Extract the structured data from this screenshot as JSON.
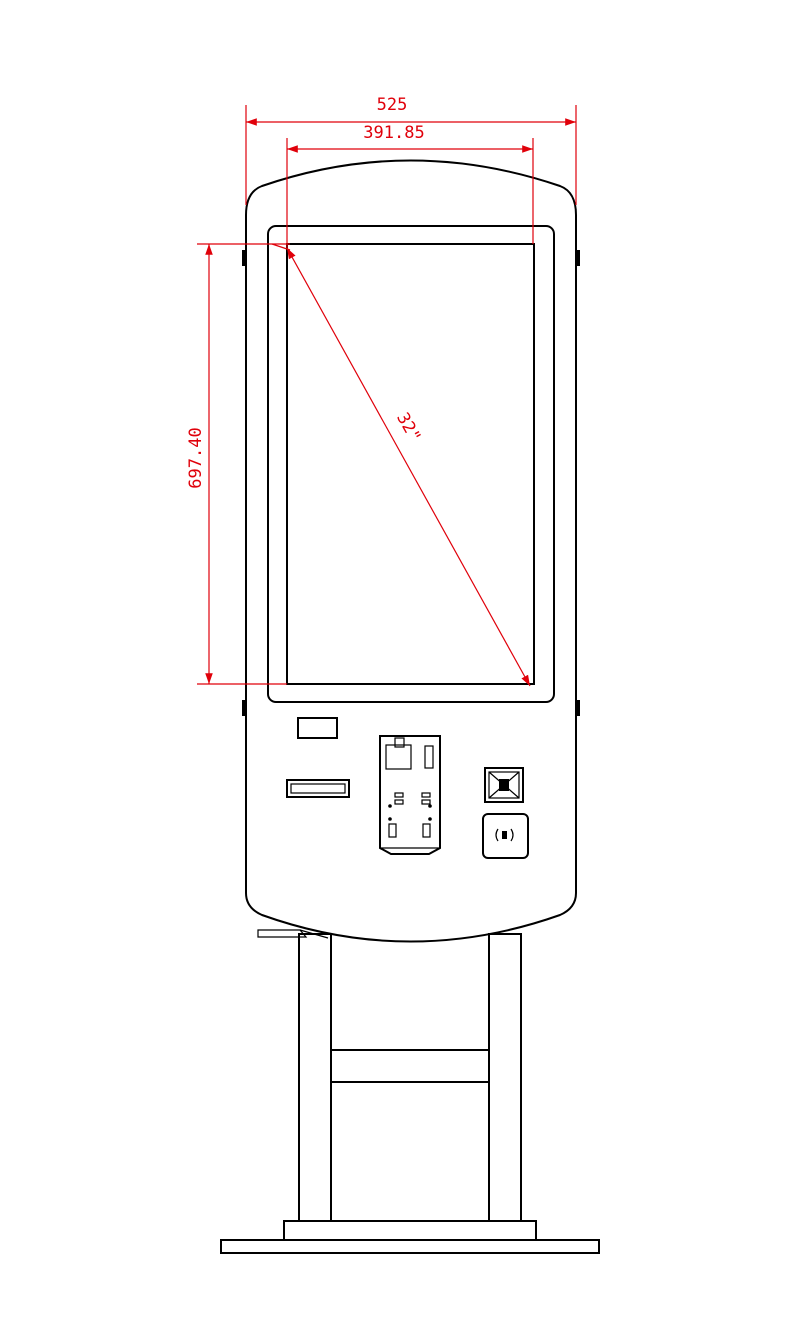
{
  "dimensions": {
    "overall_width": "525",
    "screen_width": "391.85",
    "screen_height": "697.40",
    "screen_diagonal": "32\""
  },
  "colors": {
    "outline": "#000000",
    "dimension_lines": "#e0000a",
    "background": "#ffffff"
  },
  "icons": {
    "nfc_reader": "contactless-icon",
    "scanner": "barcode-scanner-icon"
  }
}
